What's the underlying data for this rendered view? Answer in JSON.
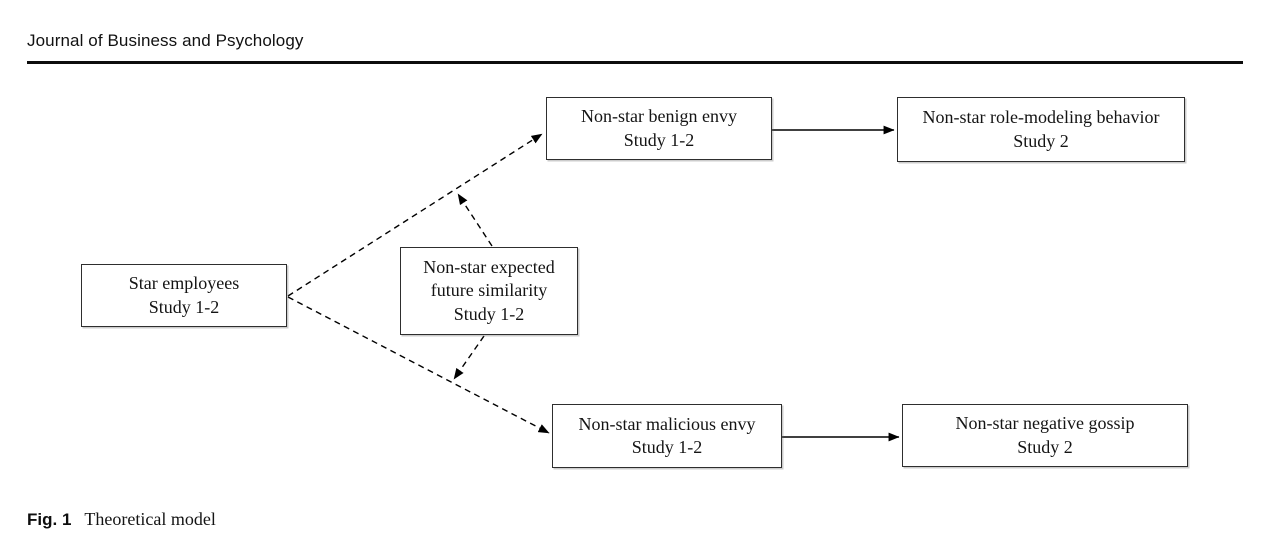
{
  "page": {
    "journal_header": "Journal of Business and Psychology",
    "figure_caption": {
      "label": "Fig. 1",
      "text": "Theoretical model"
    }
  },
  "diagram": {
    "boxes": {
      "star": {
        "lines": [
          "Star employees",
          "Study 1-2"
        ]
      },
      "similarity": {
        "lines": [
          "Non-star expected",
          "future similarity",
          "Study 1-2"
        ]
      },
      "benign": {
        "lines": [
          "Non-star benign envy",
          "Study 1-2"
        ]
      },
      "role_modeling": {
        "lines": [
          "Non-star role-modeling behavior",
          "Study 2"
        ]
      },
      "malicious": {
        "lines": [
          "Non-star malicious envy",
          "Study 1-2"
        ]
      },
      "gossip": {
        "lines": [
          "Non-star negative gossip",
          "Study 2"
        ]
      }
    },
    "edges": [
      {
        "from": "star",
        "to": "benign",
        "style": "dashed",
        "arrowhead": "at-benign"
      },
      {
        "from": "star",
        "to": "malicious",
        "style": "dashed",
        "arrowhead": "at-malicious"
      },
      {
        "from": "similarity",
        "to": "path star-to-benign",
        "style": "dashed",
        "arrowhead": "at-path"
      },
      {
        "from": "similarity",
        "to": "path star-to-malicious",
        "style": "dashed",
        "arrowhead": "at-path"
      },
      {
        "from": "benign",
        "to": "role_modeling",
        "style": "solid",
        "arrowhead": "at-role-modeling"
      },
      {
        "from": "malicious",
        "to": "gossip",
        "style": "solid",
        "arrowhead": "at-gossip"
      }
    ],
    "colors": {
      "background": "#ffffff",
      "line": "#000000",
      "box_border": "#2e2e2e",
      "text": "#141414"
    }
  }
}
